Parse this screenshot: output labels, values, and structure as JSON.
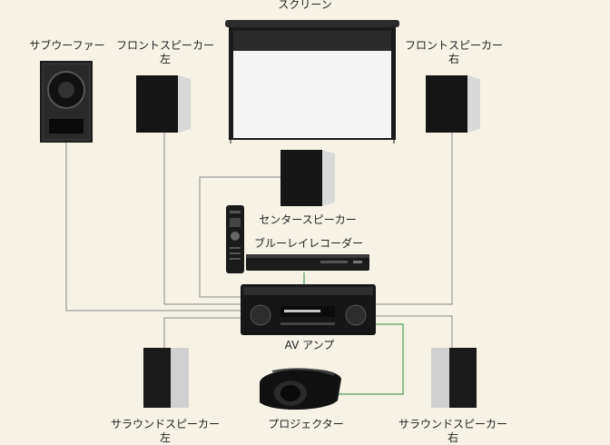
{
  "labels": {
    "screen": "スクリーン",
    "subwoofer": "サブウーファー",
    "front_left_l1": "フロントスピーカー",
    "front_left_l2": "左",
    "front_right_l1": "フロントスピーカー",
    "front_right_l2": "右",
    "center": "センタースピーカー",
    "bluray": "ブルーレイレコーダー",
    "av_amp": "AV アンプ",
    "surround_left_l1": "サラウンドスピーカー",
    "surround_left_l2": "左",
    "projector": "プロジェクター",
    "surround_right_l1": "サラウンドスピーカー",
    "surround_right_l2": "右"
  },
  "colors": {
    "background": "#f6f2e6",
    "speaker_wire": "#8a8a8a",
    "video_wire": "#2e8b3a",
    "device_body": "#151515",
    "speaker_side": "#d9d9d9",
    "screen_surface": "#f4f4f4"
  }
}
